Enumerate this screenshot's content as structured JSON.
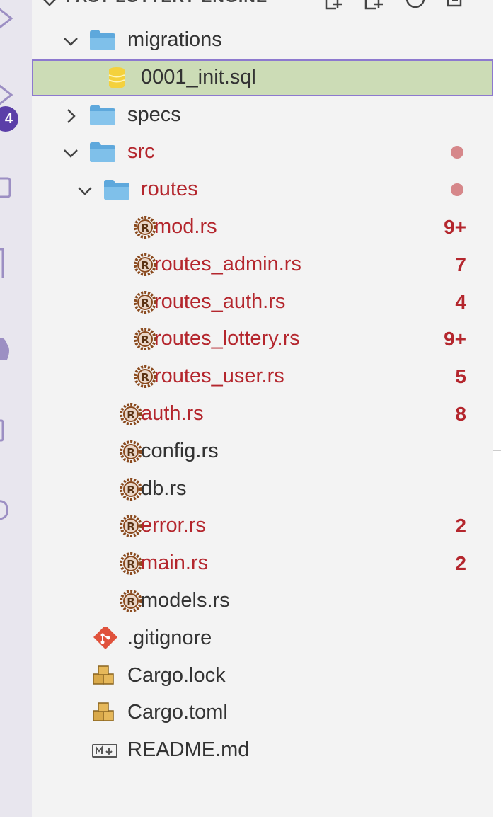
{
  "activity_bar": {
    "badge_count": "4",
    "icons": [
      "run-icon",
      "extensions-icon",
      "copy-icon",
      "book-icon",
      "plugin-icon",
      "panel-icon",
      "account-icon"
    ]
  },
  "explorer": {
    "title": "FAST-LOTTERY-ENGINE",
    "header_actions": [
      "new-file-icon",
      "new-folder-icon",
      "refresh-icon",
      "collapse-icon"
    ],
    "items": [
      {
        "label": "migrations",
        "type": "folder",
        "expanded": true,
        "depth": 0
      },
      {
        "label": "0001_init.sql",
        "type": "sql",
        "depth": 1,
        "selected": true
      },
      {
        "label": "specs",
        "type": "folder",
        "expanded": false,
        "depth": 0
      },
      {
        "label": "src",
        "type": "folder",
        "expanded": true,
        "depth": 0,
        "modified": true,
        "dot": true
      },
      {
        "label": "routes",
        "type": "folder",
        "expanded": true,
        "depth": 1,
        "modified": true,
        "dot": true
      },
      {
        "label": "mod.rs",
        "type": "rust",
        "depth": 2,
        "modified": true,
        "badge": "9+"
      },
      {
        "label": "routes_admin.rs",
        "type": "rust",
        "depth": 2,
        "modified": true,
        "badge": "7"
      },
      {
        "label": "routes_auth.rs",
        "type": "rust",
        "depth": 2,
        "modified": true,
        "badge": "4"
      },
      {
        "label": "routes_lottery.rs",
        "type": "rust",
        "depth": 2,
        "modified": true,
        "badge": "9+"
      },
      {
        "label": "routes_user.rs",
        "type": "rust",
        "depth": 2,
        "modified": true,
        "badge": "5"
      },
      {
        "label": "auth.rs",
        "type": "rust",
        "depth": 1,
        "modified": true,
        "badge": "8"
      },
      {
        "label": "config.rs",
        "type": "rust",
        "depth": 1
      },
      {
        "label": "db.rs",
        "type": "rust",
        "depth": 1
      },
      {
        "label": "error.rs",
        "type": "rust",
        "depth": 1,
        "modified": true,
        "badge": "2"
      },
      {
        "label": "main.rs",
        "type": "rust",
        "depth": 1,
        "modified": true,
        "badge": "2"
      },
      {
        "label": "models.rs",
        "type": "rust",
        "depth": 1
      },
      {
        "label": ".gitignore",
        "type": "git",
        "depth": 0
      },
      {
        "label": "Cargo.lock",
        "type": "cargo",
        "depth": 0
      },
      {
        "label": "Cargo.toml",
        "type": "cargo",
        "depth": 0
      },
      {
        "label": "README.md",
        "type": "markdown",
        "depth": 0
      }
    ]
  },
  "colors": {
    "modified_text": "#b4262d",
    "selection_bg": "#ccdcb6",
    "selection_border": "#8d79cf",
    "folder": "#6aaee0",
    "rust_icon": "#8a4a1e",
    "badge_bg": "#5b3fa8"
  }
}
